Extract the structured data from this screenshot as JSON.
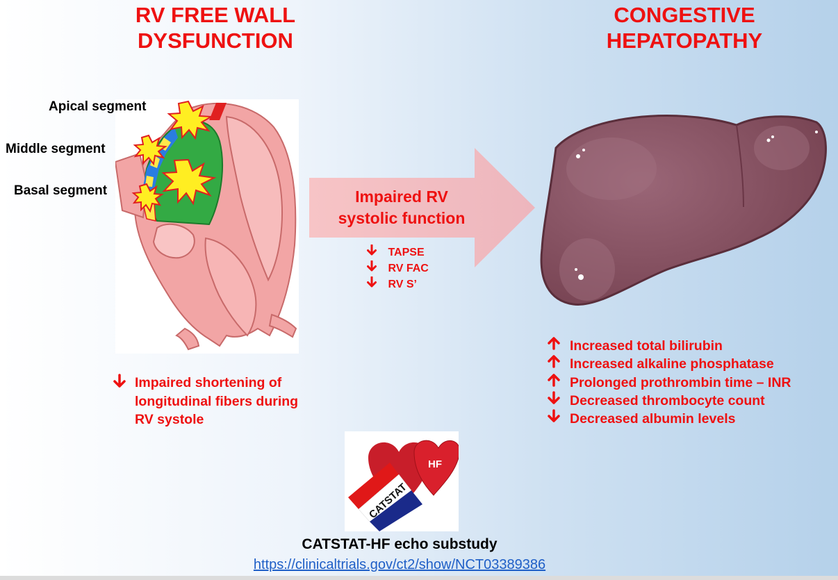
{
  "left_panel": {
    "title": "RV FREE WALL\nDYSFUNCTION",
    "segments": [
      "Apical segment",
      "Middle segment",
      "Basal segment"
    ],
    "finding": {
      "direction": "down",
      "text": "Impaired shortening of\nlongitudinal fibers during\nRV systole"
    }
  },
  "center_panel": {
    "arrow_text": "Impaired RV\nsystolic function",
    "parameters": [
      {
        "direction": "down",
        "label": "TAPSE"
      },
      {
        "direction": "down",
        "label": "RV FAC"
      },
      {
        "direction": "down",
        "label": "RV S’"
      }
    ]
  },
  "right_panel": {
    "title": "CONGESTIVE\nHEPATOPATHY",
    "findings": [
      {
        "direction": "up",
        "text": "Increased total bilirubin"
      },
      {
        "direction": "up",
        "text": "Increased alkaline phosphatase"
      },
      {
        "direction": "up",
        "text": "Prolonged prothrombin time – INR"
      },
      {
        "direction": "down",
        "text": "Decreased thrombocyte count"
      },
      {
        "direction": "down",
        "text": "Decreased albumin levels"
      }
    ]
  },
  "footer": {
    "logo_text": "CATSTAT",
    "logo_badge": "HF",
    "study_title": "CATSTAT-HF echo substudy",
    "study_url": "https://clinicaltrials.gov/ct2/show/NCT03389386"
  },
  "colors": {
    "accent_red": "#ee1111",
    "liver": "#8a5566",
    "heart": "#f2a5a5",
    "rv_wall_green": "#33aa44",
    "link_blue": "#1f5fc7"
  },
  "icons": {
    "up": "up-arrow-icon",
    "down": "down-arrow-icon"
  }
}
